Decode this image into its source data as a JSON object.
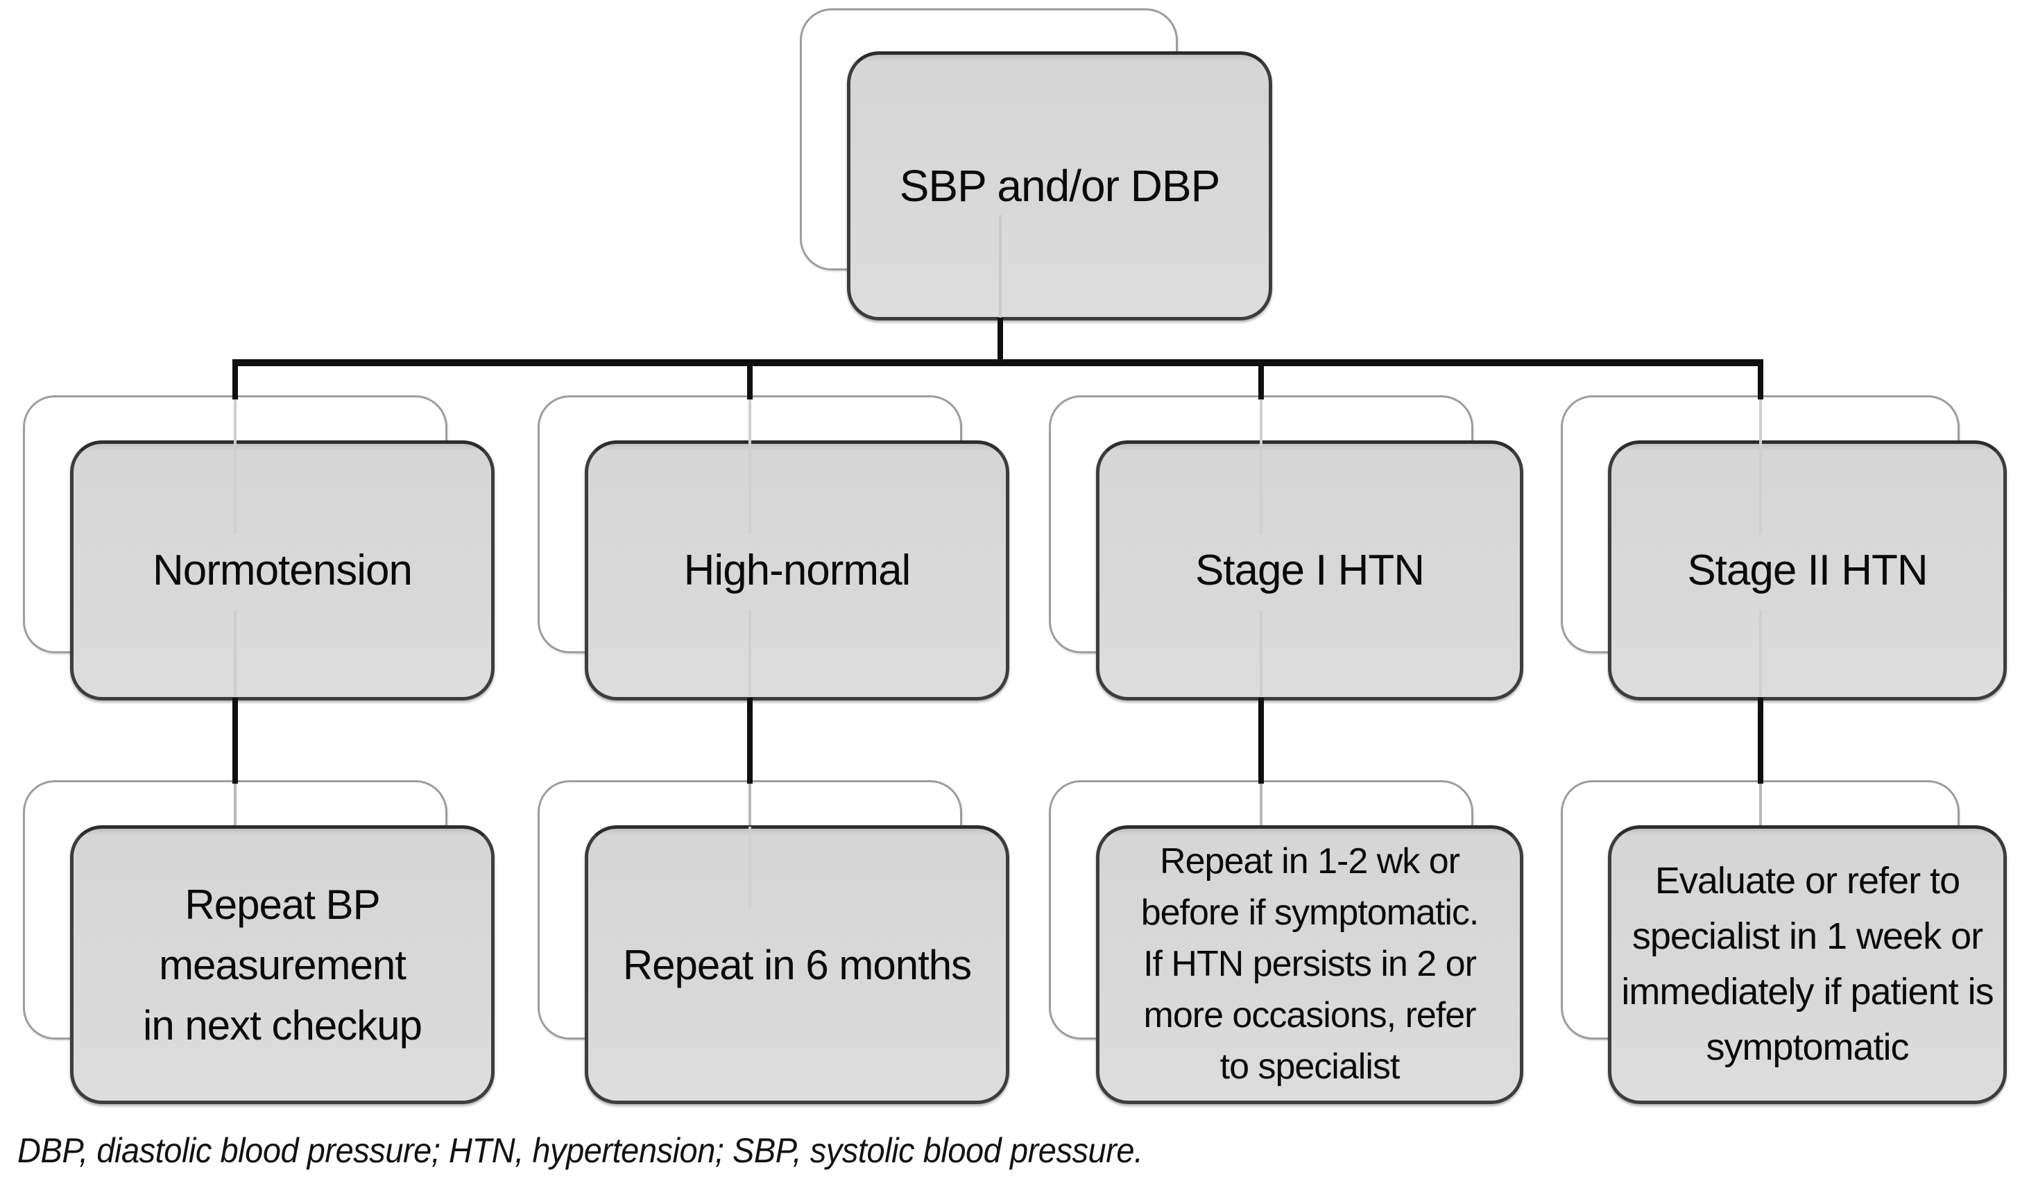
{
  "diagram": {
    "title_node": {
      "label": "SBP and/or DBP"
    },
    "branches": [
      {
        "classification": "Normotension",
        "action": "Repeat BP\nmeasurement\nin next checkup"
      },
      {
        "classification": "High-normal",
        "action": "Repeat in 6 months"
      },
      {
        "classification": "Stage I HTN",
        "action": "Repeat in 1-2 wk or\nbefore if symptomatic.\nIf HTN persists in 2 or\nmore occasions, refer\nto specialist"
      },
      {
        "classification": "Stage II HTN",
        "action": "Evaluate or refer to\nspecialist in 1 week or\nimmediately if patient is\nsymptomatic"
      }
    ],
    "footnote": "DBP, diastolic blood pressure; HTN, hypertension; SBP, systolic blood pressure.",
    "colors": {
      "node_fill": "#d8d8d8",
      "node_border": "#3d3d3d",
      "shadow_node_fill": "#ffffff",
      "shadow_node_border": "#9d9d9d",
      "connector": "#0f0f0f",
      "connector_faint": "#c9c9c9",
      "background": "#ffffff",
      "text": "#0a0a0a"
    }
  }
}
